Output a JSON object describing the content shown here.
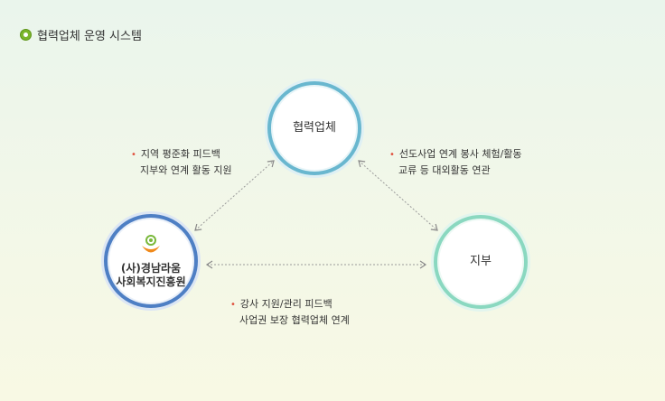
{
  "header": {
    "title": "협력업체 운영 시스템",
    "icon": "circle-bullet-icon",
    "icon_color": "#7bb52a"
  },
  "nodes": {
    "partner": {
      "label": "협력업체",
      "border_color": "#69b7cf"
    },
    "hq": {
      "label_line1": "(사)경남라움",
      "label_line2": "사회복지진흥원",
      "border_color": "#4e7fc4",
      "logo": "person-logo-icon"
    },
    "branch": {
      "label": "지부",
      "border_color": "#8ad8c0"
    }
  },
  "notes": {
    "left": {
      "line1": "지역 평준화 피드백",
      "line2": "지부와 연계 활동 지원"
    },
    "right": {
      "line1": "선도사업 연계 봉사 체험/활동",
      "line2": "교류 등 대외활동 연관"
    },
    "bottom": {
      "line1": "강사 지원/관리 피드백",
      "line2": "사업권 보장 협력업체 연계"
    }
  },
  "colors": {
    "bullet": "#e0503d",
    "connector": "#9a9a9a"
  }
}
